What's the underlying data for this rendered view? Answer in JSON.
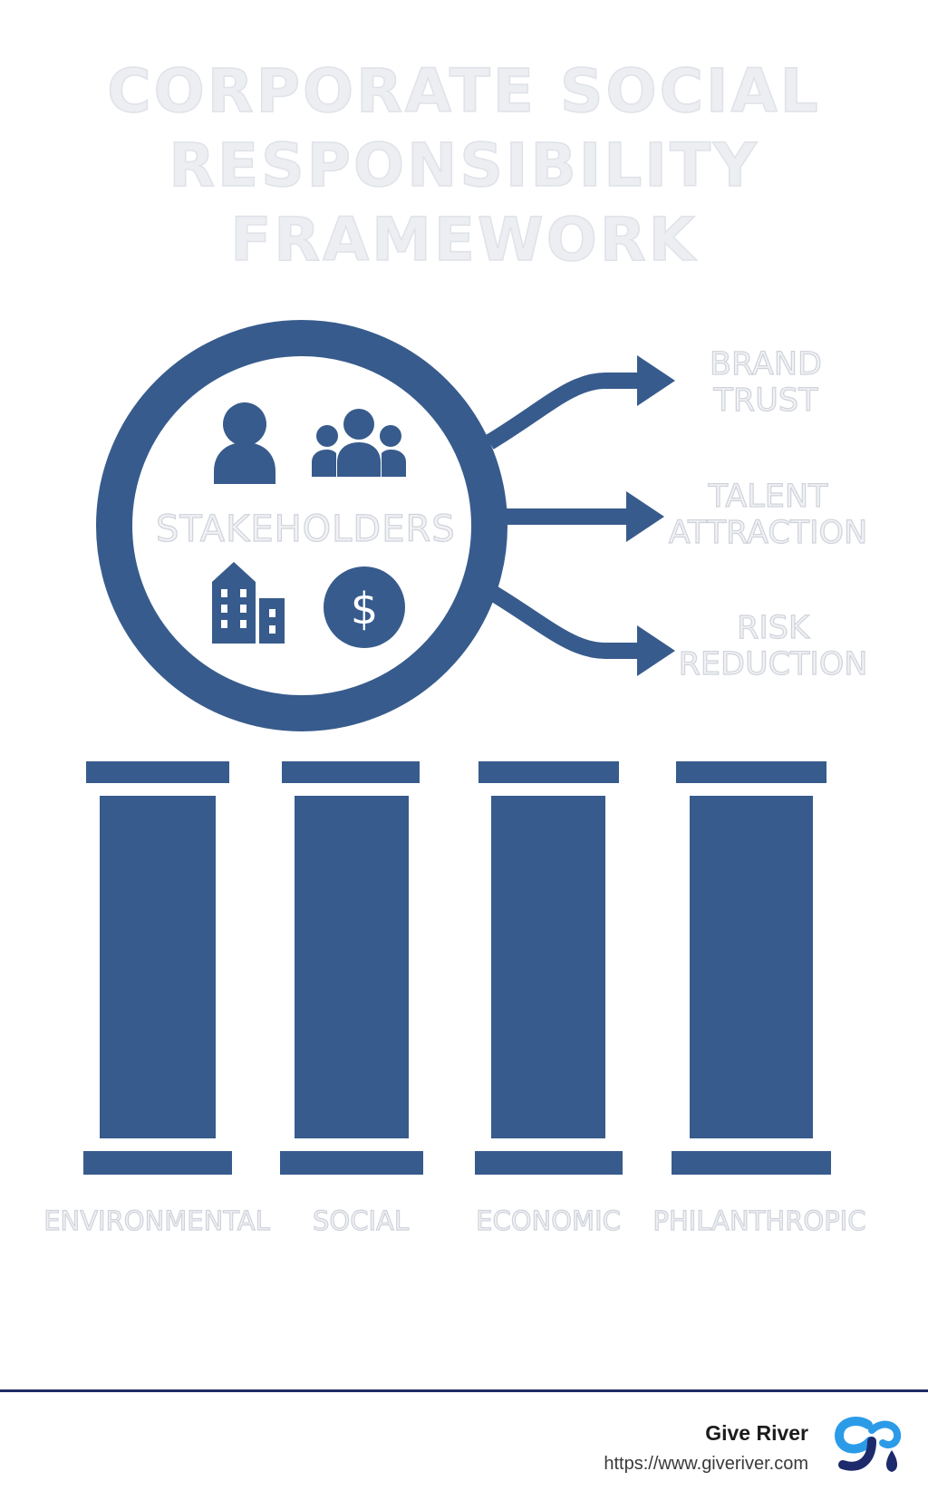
{
  "title": {
    "line1": "CORPORATE SOCIAL",
    "line2": "RESPONSIBILITY",
    "line3": "FRAMEWORK"
  },
  "hub": {
    "label": "STAKEHOLDERS",
    "icons": [
      "person-icon",
      "group-icon",
      "building-icon",
      "dollar-icon"
    ]
  },
  "outcomes": [
    {
      "line1": "BRAND",
      "line2": "TRUST"
    },
    {
      "line1": "TALENT",
      "line2": "ATTRACTION"
    },
    {
      "line1": "RISK",
      "line2": "REDUCTION"
    }
  ],
  "pillars": [
    "ENVIRONMENTAL",
    "SOCIAL",
    "ECONOMIC",
    "PHILANTHROPIC"
  ],
  "footer": {
    "brand": "Give River",
    "url": "https://www.giveriver.com"
  },
  "colors": {
    "primary": "#375b8c",
    "footer_rule": "#1f2a66",
    "logo_blue": "#2b9be8",
    "logo_navy": "#1d2a6b"
  }
}
